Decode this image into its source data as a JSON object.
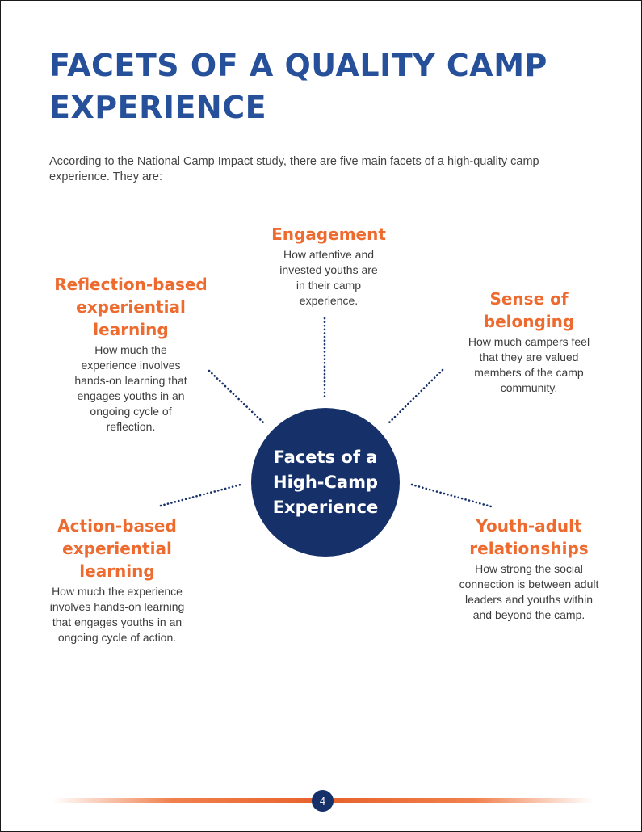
{
  "page": {
    "title": "FACETS OF A QUALITY CAMP EXPERIENCE",
    "intro": "According to the National Camp Impact study, there are five main facets of a high-quality camp experience. They are:",
    "page_number": "4"
  },
  "diagram": {
    "center_label": "Facets of a High-Camp Experience",
    "facets": [
      {
        "title": "Engagement",
        "description": "How attentive and invested youths are in their camp experience."
      },
      {
        "title": "Reflection-based experiential learning",
        "description": "How much the experience involves hands-on learning that engages youths in an ongoing cycle of reflection."
      },
      {
        "title": "Sense of belonging",
        "description": "How much campers feel that they are valued members of the camp community."
      },
      {
        "title": "Action-based experiential learning",
        "description": "How much the experience involves hands-on learning that engages youths in an ongoing cycle of action."
      },
      {
        "title": "Youth-adult relationships",
        "description": "How strong the social connection is between adult leaders and youths within and beyond the camp."
      }
    ]
  },
  "colors": {
    "title_blue": "#27509b",
    "accent_orange": "#ee6b2f",
    "navy": "#16306a",
    "body_text": "#444444"
  }
}
